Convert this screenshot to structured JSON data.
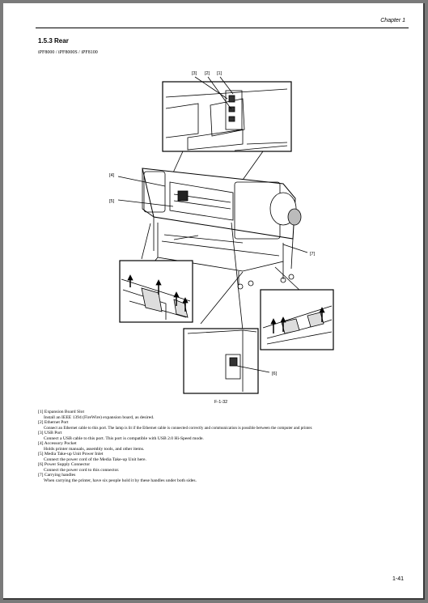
{
  "header": {
    "chapter": "Chapter 1"
  },
  "section": {
    "title": "1.5.3 Rear",
    "models": "iPF8000 / iPF8000S / iPF8100"
  },
  "figure": {
    "callouts": [
      "[3]",
      "[2]",
      "[1]",
      "[4]",
      "[5]",
      "[7]",
      "[6]"
    ],
    "caption": "F-1-32"
  },
  "legend": {
    "items": [
      {
        "title": "[1] Expansion Board Slot",
        "desc": "Install an IEEE 1394 (FireWire) expansion board, as desired."
      },
      {
        "title": "[2] Ethernet Port",
        "desc": "Connect an Ethernet cable to this port. The lamp is lit if the Ethernet cable is connected correctly and communication is possible between the computer and printer."
      },
      {
        "title": "[3] USB Port",
        "desc": "Connect a USB cable to this port. This port is compatible with USB 2.0 Hi-Speed mode."
      },
      {
        "title": "[4] Accessory Pocket",
        "desc": "Holds printer manuals, assembly tools, and other items."
      },
      {
        "title": "[5] Media Take-up Unit Power Inlet",
        "desc": "Connect the power cord of the Media Take-up Unit here."
      },
      {
        "title": "[6] Power Supply Connector",
        "desc": "Connect the power cord to this connector."
      },
      {
        "title": "[7] Carrying handles",
        "desc": "When carrying the printer, have six people hold it by these handles under both sides."
      }
    ]
  },
  "footer": {
    "page_number": "1-41"
  }
}
